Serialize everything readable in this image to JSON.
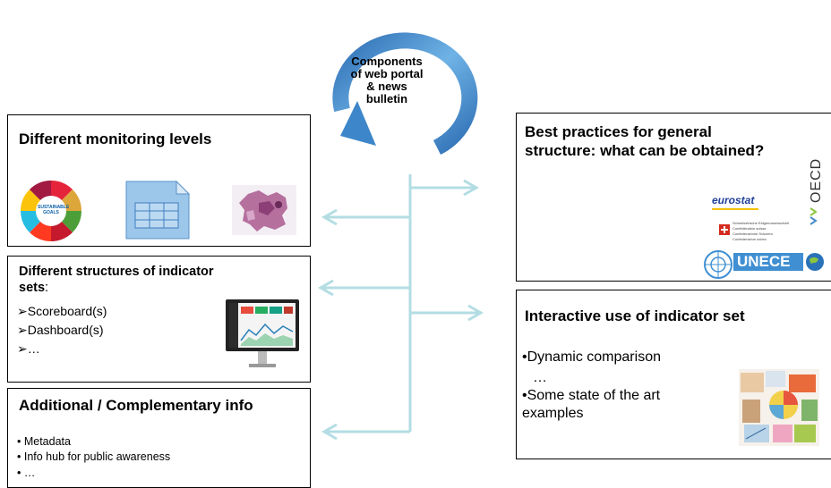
{
  "center": {
    "lines": [
      "Components",
      "of web portal",
      "& news",
      "bulletin"
    ]
  },
  "left_boxes": [
    {
      "title": "Different monitoring levels",
      "sdg_logo_text": [
        "SUSTAINABLE",
        "GOALS"
      ]
    },
    {
      "title_line1": "Different structures of indicator",
      "title_bold": "sets",
      "title_rest": ":",
      "items": [
        "➢Scoreboard(s)",
        "➢Dashboard(s)",
        "➢…"
      ]
    },
    {
      "title": "Additional / Complementary info",
      "items": [
        "• Metadata",
        "• Info hub for public awareness",
        "• …"
      ]
    }
  ],
  "right_boxes": [
    {
      "title_line1": "Best practices for general",
      "title_line2": "structure: what can be obtained?",
      "logos": {
        "eurostat": "eurostat",
        "swiss_lines": [
          "Schweizerische Eidgenossenschaft",
          "Confédération suisse",
          "Confederazione Svizzera",
          "Confederaziun svizra"
        ],
        "unece": "UNECE",
        "oecd": "OECD"
      }
    },
    {
      "title": "Interactive use of indicator set",
      "items": [
        "•Dynamic comparison",
        "…",
        "•Some state of the art",
        "examples"
      ]
    }
  ],
  "colors": {
    "arrow_blue": "#5b9bd5",
    "connector": "#b3dde3",
    "border": "#000000"
  }
}
